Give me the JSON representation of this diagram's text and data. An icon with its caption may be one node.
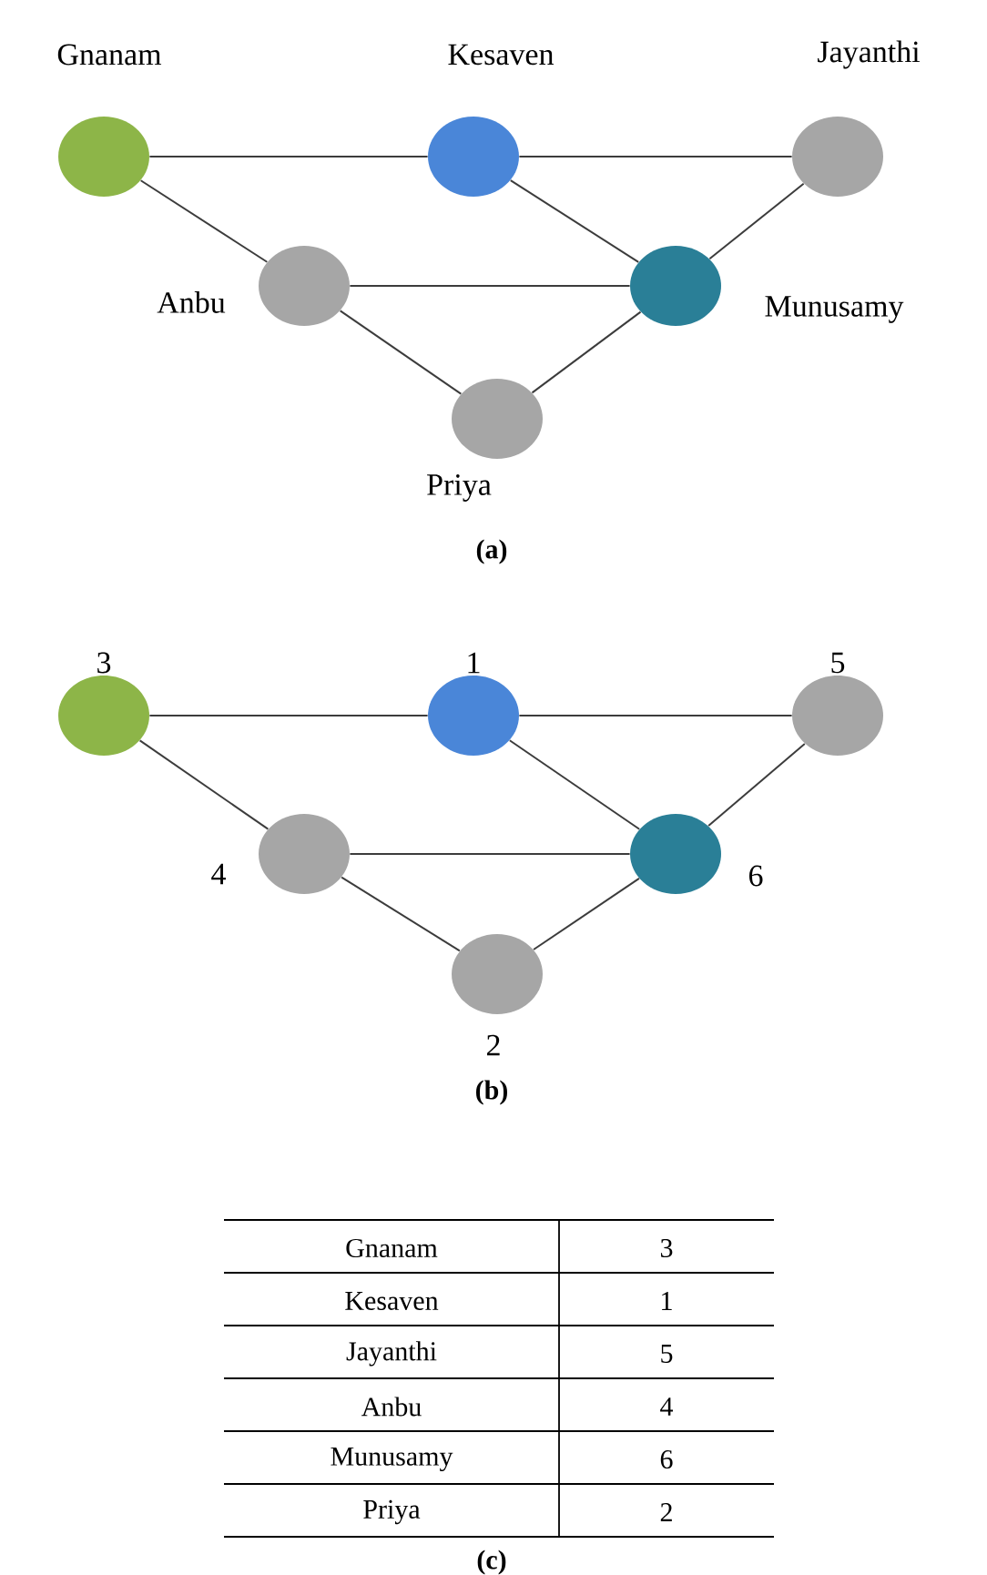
{
  "diagram": {
    "nodes": [
      {
        "text": [
          "Gnanam"
        ]
      },
      {
        "text": [
          "Kesaven"
        ]
      },
      {
        "text": [
          "Jayanthi"
        ]
      },
      {
        "text": [
          "Anbu"
        ]
      },
      {
        "text": [
          "Munusamy"
        ]
      },
      {
        "text": [
          "Priya"
        ]
      },
      {
        "text": [
          "3"
        ]
      },
      {
        "text": [
          "1"
        ]
      },
      {
        "text": [
          "5"
        ]
      },
      {
        "text": [
          "4"
        ]
      },
      {
        "text": [
          "6"
        ]
      },
      {
        "text": [
          "2"
        ]
      }
    ],
    "edges": [
      {
        "from": 0,
        "to": 1,
        "arrow": "none"
      },
      {
        "from": 1,
        "to": 2,
        "arrow": "none"
      },
      {
        "from": 0,
        "to": 3,
        "arrow": "none"
      },
      {
        "from": 1,
        "to": 4,
        "arrow": "none"
      },
      {
        "from": 2,
        "to": 4,
        "arrow": "none"
      },
      {
        "from": 3,
        "to": 4,
        "arrow": "none"
      },
      {
        "from": 3,
        "to": 5,
        "arrow": "none"
      },
      {
        "from": 4,
        "to": 5,
        "arrow": "none"
      },
      {
        "from": 6,
        "to": 7,
        "arrow": "none"
      },
      {
        "from": 7,
        "to": 8,
        "arrow": "none"
      },
      {
        "from": 6,
        "to": 9,
        "arrow": "none"
      },
      {
        "from": 7,
        "to": 10,
        "arrow": "none"
      },
      {
        "from": 8,
        "to": 10,
        "arrow": "none"
      },
      {
        "from": 9,
        "to": 10,
        "arrow": "none"
      },
      {
        "from": 9,
        "to": 11,
        "arrow": "none"
      },
      {
        "from": 10,
        "to": 11,
        "arrow": "none"
      }
    ],
    "labels": [
      "(a)",
      "(b)",
      "Gnanam",
      "3",
      "Kesaven",
      "1",
      "Jayanthi",
      "5",
      "Anbu",
      "4",
      "Munusamy",
      "6",
      "Priya",
      "2",
      "(c)"
    ]
  }
}
